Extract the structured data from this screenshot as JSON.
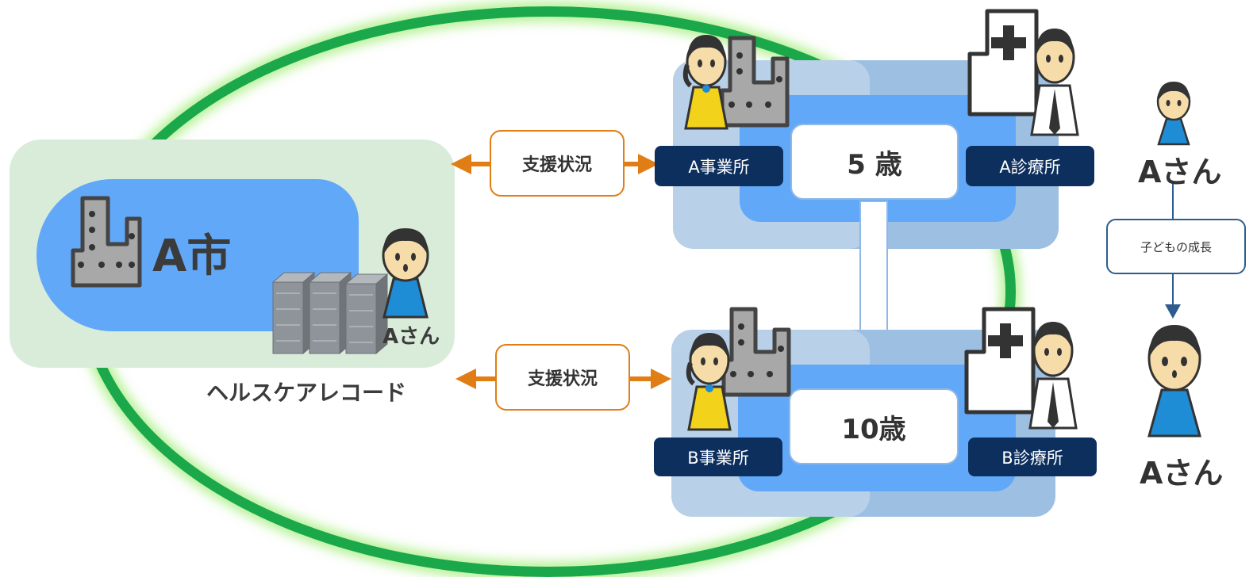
{
  "city": {
    "name": "A市",
    "record_caption": "ヘルスケアレコード",
    "resident": "Aさん"
  },
  "support_label_top": "支援状況",
  "support_label_bottom": "支援状況",
  "age_top": "5 歳",
  "age_bottom": "10歳",
  "office_top": "A事業所",
  "clinic_top": "A診療所",
  "office_bottom": "B事業所",
  "clinic_bottom": "B診療所",
  "growth": {
    "label": "子どもの成長",
    "person_top": "Aさん",
    "person_bottom": "Aさん"
  },
  "colors": {
    "ring": "#1aa84a",
    "arrow_orange": "#e07d14",
    "tag_navy": "#0d2f5e",
    "pill_blue": "#62a8f8"
  }
}
